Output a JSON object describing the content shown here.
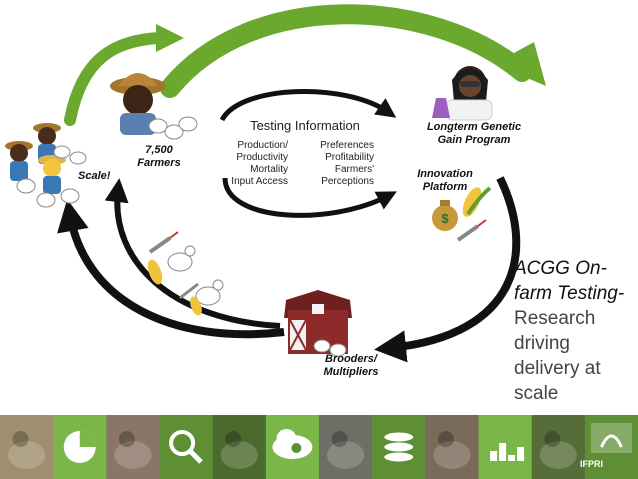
{
  "nodes": {
    "scale": "Scale!",
    "farmers": [
      "7,500",
      "Farmers"
    ],
    "genetic": [
      "Longterm Genetic",
      "Gain Program"
    ],
    "innovation": [
      "Innovation",
      "Platform"
    ],
    "brooders": [
      "Brooders/",
      "Multipliers"
    ]
  },
  "testing_info": {
    "title": "Testing Information",
    "left": [
      "Production/",
      "Productivity",
      "Mortality",
      "Input Access"
    ],
    "right": [
      "Preferences",
      "Profitability",
      "Farmers'",
      "Perceptions"
    ]
  },
  "side_text": {
    "accent": [
      "ACGG On-",
      "farm Testing-"
    ],
    "body": [
      "Research",
      "driving",
      "delivery at",
      "scale"
    ]
  },
  "logo": "IFPRI",
  "colors": {
    "green_arrow": "#6aa82e",
    "black_arrow": "#111111",
    "strip_green": "#7ab648",
    "strip_dark": "#5f8f35",
    "barn_red": "#8e2a2a"
  },
  "strip_tiles": [
    {
      "kind": "photo",
      "tone": "#a08f6e"
    },
    {
      "kind": "icon",
      "icon": "pie-chart-icon"
    },
    {
      "kind": "photo",
      "tone": "#8a7666"
    },
    {
      "kind": "icon",
      "icon": "magnifier-icon"
    },
    {
      "kind": "photo",
      "tone": "#4b6a2e"
    },
    {
      "kind": "icon",
      "icon": "cloud-gear-icon"
    },
    {
      "kind": "photo",
      "tone": "#6e6e66"
    },
    {
      "kind": "icon",
      "icon": "database-icon"
    },
    {
      "kind": "photo",
      "tone": "#7a6a5a"
    },
    {
      "kind": "icon",
      "icon": "bar-chart-icon"
    },
    {
      "kind": "photo",
      "tone": "#566d3a"
    },
    {
      "kind": "icon",
      "icon": "ifpri-logo"
    }
  ]
}
